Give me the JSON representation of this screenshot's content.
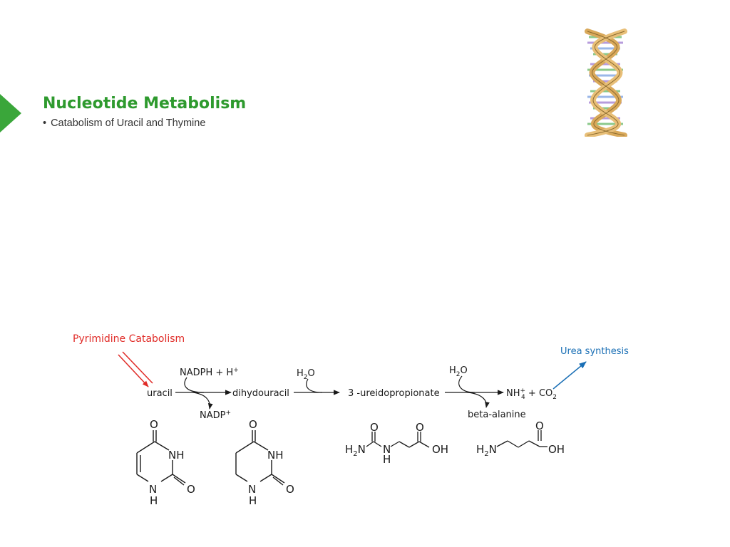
{
  "slide": {
    "title": "Nucleotide Metabolism",
    "bullet": "Catabolism of Uracil and Thymine"
  },
  "diagram": {
    "heading": "Pyrimidine Catabolism",
    "urea_label": "Urea synthesis",
    "uracil": "uracil",
    "dihydrouracil": "dihydouracil",
    "ureidopropionate": "3 -ureidopropionate",
    "beta_alanine": "beta-alanine",
    "nadph": "NADPH + H",
    "nadph_sup": "+",
    "nadp": "NADP",
    "nadp_sup": "+",
    "h2o_1": "H",
    "h2o_2": "H",
    "h2o_sub": "2",
    "h2o_o": "O",
    "nh4": "NH",
    "nh4_sub": "4",
    "nh4_sup": "+",
    "co2": " + CO",
    "co2_sub": "2",
    "structures": {
      "o": "O",
      "nh": "NH",
      "n": "N",
      "h": "H",
      "oh": "OH",
      "h2n": "H",
      "h2n_sub": "2",
      "h2n_n": "N"
    },
    "colors": {
      "heading": "#e02b27",
      "urea": "#1a6fb5",
      "title": "#2e9a2e",
      "marker": "#3aa63a"
    }
  }
}
